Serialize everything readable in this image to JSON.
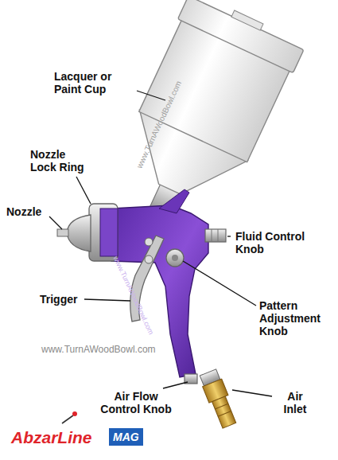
{
  "diagram": {
    "nodes": [
      {
        "text": [
          "MAG"
        ]
      }
    ],
    "labels": [
      "Lacquer or Paint Cup",
      "Nozzle Lock Ring",
      "Nozzle",
      "Fluid Control Knob",
      "Trigger",
      "Pattern Adjustment Knob",
      "www.TurnAWoodBowl.com",
      "www.TurnAWoodBowl.com",
      "www.TurnAWoodBowl.com",
      "Air Flow Control Knob",
      "Air Inlet",
      "AbzarLine"
    ]
  }
}
